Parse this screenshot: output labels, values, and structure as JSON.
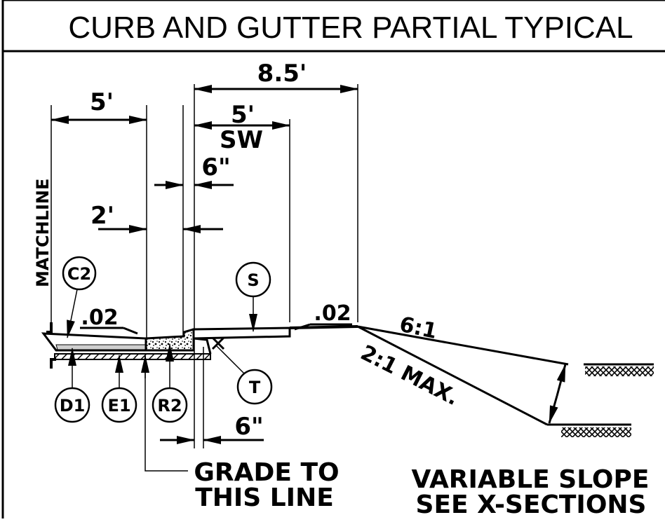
{
  "title": "CURB AND GUTTER PARTIAL TYPICAL",
  "matchline": "MATCHLINE",
  "dimensions": {
    "left_width": "5'",
    "overall": "8.5'",
    "sidewalk_width": "5'",
    "sidewalk_label": "SW",
    "curb_top": "6\"",
    "gutter_width": "2'",
    "curb_bottom": "6\""
  },
  "slopes": {
    "gutter": ".02",
    "sidewalk": ".02",
    "fore_slope": "6:1",
    "back_slope": "2:1 MAX."
  },
  "callouts": [
    "C2",
    "S",
    "T",
    "D1",
    "E1",
    "R2"
  ],
  "notes": {
    "grade_line_1": "GRADE TO",
    "grade_line_2": "THIS LINE",
    "variable_line_1": "VARIABLE SLOPE",
    "variable_line_2": "SEE X-SECTIONS"
  }
}
